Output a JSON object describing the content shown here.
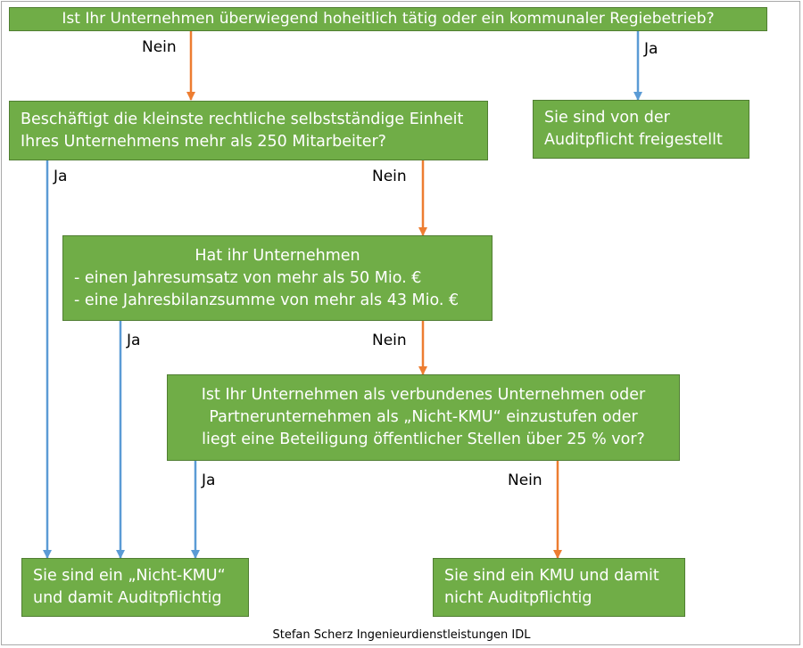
{
  "colors": {
    "box_fill": "#70ad47",
    "box_border": "#507e32",
    "nein_arrow": "#ed7d31",
    "ja_arrow": "#5b9bd5"
  },
  "nodes": {
    "q1": {
      "lines": [
        "Ist Ihr Unternehmen überwiegend hoheitlich tätig oder ein kommunaler Regiebetrieb?"
      ]
    },
    "exempt": {
      "lines": [
        "Sie sind von der",
        "Auditpflicht freigestellt"
      ]
    },
    "q2": {
      "lines": [
        "Beschäftigt die kleinste rechtliche selbstständige Einheit",
        "Ihres Unternehmens mehr als 250 Mitarbeiter?"
      ]
    },
    "q3": {
      "lines": [
        "Hat ihr Unternehmen",
        "- einen Jahresumsatz von mehr als 50 Mio. €",
        "- eine Jahresbilanzsumme von mehr als 43 Mio. €"
      ]
    },
    "q4": {
      "lines": [
        "Ist Ihr Unternehmen als verbundenes Unternehmen oder",
        "Partnerunternehmen als „Nicht-KMU“ einzustufen oder",
        "liegt eine Beteiligung öffentlicher Stellen über 25 % vor?"
      ]
    },
    "nicht_kmu": {
      "lines": [
        "Sie sind ein „Nicht-KMU“",
        "und damit Auditpflichtig"
      ]
    },
    "kmu": {
      "lines": [
        "Sie sind ein KMU und damit",
        "nicht Auditpflichtig"
      ]
    }
  },
  "edges": {
    "q1_nein": "Nein",
    "q1_ja": "Ja",
    "q2_ja": "Ja",
    "q2_nein": "Nein",
    "q3_ja": "Ja",
    "q3_nein": "Nein",
    "q4_ja": "Ja",
    "q4_nein": "Nein"
  },
  "credit": "Stefan Scherz Ingenieurdienstleistungen IDL"
}
